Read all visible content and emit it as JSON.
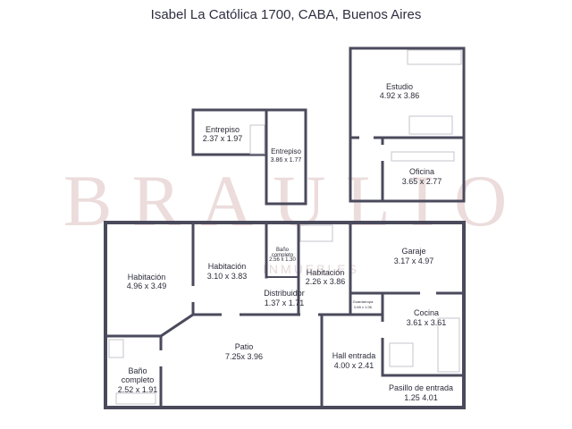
{
  "title": "Isabel La Católica 1700, CABA, Buenos Aires",
  "watermark": {
    "brand": "BRAULIO",
    "sub": "INMUEBLES"
  },
  "rooms": [
    {
      "id": "estudio",
      "name": "Estudio",
      "dims": "4.92 x 3.86"
    },
    {
      "id": "entrepiso1",
      "name": "Entrepiso",
      "dims": "2.37 x 1.97"
    },
    {
      "id": "entrepiso2",
      "name": "Entrepiso",
      "dims": "3.86 x 1.77"
    },
    {
      "id": "oficina",
      "name": "Oficina",
      "dims": "3.65 x 2.77"
    },
    {
      "id": "habitacion1",
      "name": "Habitación",
      "dims": "4.96 x 3.49"
    },
    {
      "id": "habitacion2",
      "name": "Habitación",
      "dims": "3.10 x 3.83"
    },
    {
      "id": "bano1",
      "name": "Baño completo",
      "dims": "2.56 x 1.30"
    },
    {
      "id": "habitacion3",
      "name": "Habitación",
      "dims": "2.26 x 3.86"
    },
    {
      "id": "garaje",
      "name": "Garaje",
      "dims": "3.17 x 4.97"
    },
    {
      "id": "distribuidor",
      "name": "Distribuidor",
      "dims": "1.37 x 1.71"
    },
    {
      "id": "guardarropa",
      "name": "Guardarropa",
      "dims": "0.65 x 1.06"
    },
    {
      "id": "cocina",
      "name": "Cocina",
      "dims": "3.61 x 3.61"
    },
    {
      "id": "patio",
      "name": "Patio",
      "dims": "7.25x 3.96"
    },
    {
      "id": "hall",
      "name": "Hall entrada",
      "dims": "4.00 x 2.41"
    },
    {
      "id": "bano2",
      "name": "Baño completo",
      "dims": "2.52 x 1.91"
    },
    {
      "id": "pasillo",
      "name": "Pasillo de entrada",
      "dims": "1.25 4.01"
    }
  ],
  "colors": {
    "wall": "#4a4a5c",
    "watermark": "#e9dcdc",
    "line": "#bdbdc6"
  }
}
